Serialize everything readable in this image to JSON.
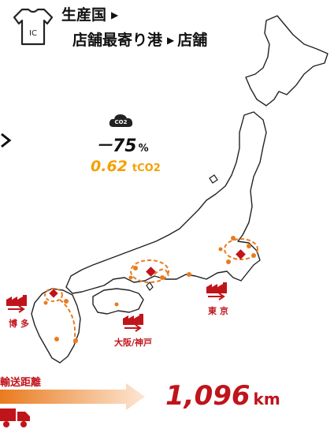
{
  "header": {
    "line1": "生産国",
    "line2_route": "店舗最寄り港",
    "line2_dest": "店舗",
    "shirt_logo": "IC"
  },
  "co2": {
    "badge": "CO2",
    "reduction_value": "－75",
    "reduction_unit": "%",
    "emission_value": "0.62",
    "emission_unit": "tCO2"
  },
  "ports": {
    "hakata": "博 多",
    "osaka_kobe": "大阪/神戸",
    "tokyo": "東 京"
  },
  "transport": {
    "label": "輸送距離",
    "distance_value": "1,096",
    "distance_unit": "km"
  },
  "colors": {
    "accent_red": "#c0141b",
    "dot_orange": "#e97b1f",
    "emission_yellow": "#f5a000"
  },
  "icons": [
    "tshirt-icon",
    "cloud-co2-icon",
    "factory-icon",
    "truck-icon",
    "chevron-right-icon"
  ]
}
